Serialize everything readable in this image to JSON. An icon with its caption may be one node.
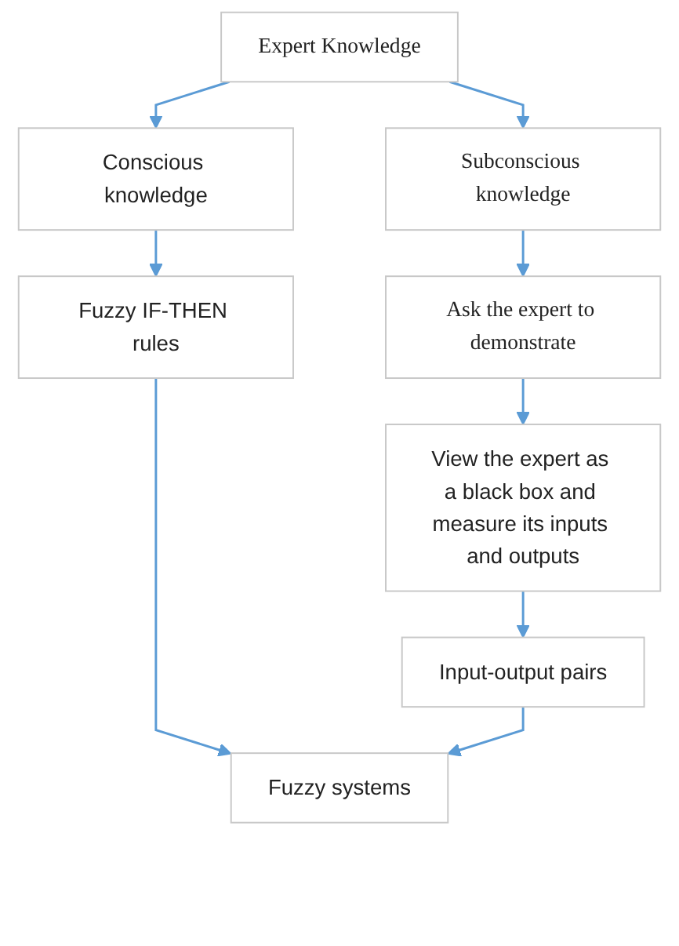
{
  "diagram": {
    "nodes": [
      {
        "text": [
          "Expert Knowledge"
        ]
      },
      {
        "text": [
          "Conscious knowledge"
        ]
      },
      {
        "text": [
          "Subconscious knowledge"
        ]
      },
      {
        "text": [
          "Fuzzy IF-THEN rules"
        ]
      },
      {
        "text": [
          "Ask the expert to demonstrate"
        ]
      },
      {
        "text": [
          "View the expert as a black box and measure its inputs and outputs"
        ]
      },
      {
        "text": [
          "Input-output pairs"
        ]
      },
      {
        "text": [
          "Fuzzy systems"
        ]
      }
    ],
    "edges": [
      {
        "from": 0,
        "to": 1,
        "arrow": "to"
      },
      {
        "from": 0,
        "to": 2,
        "arrow": "to"
      },
      {
        "from": 1,
        "to": 3,
        "arrow": "to"
      },
      {
        "from": 2,
        "to": 4,
        "arrow": "to"
      },
      {
        "from": 4,
        "to": 5,
        "arrow": "to"
      },
      {
        "from": 5,
        "to": 6,
        "arrow": "to"
      },
      {
        "from": 3,
        "to": 7,
        "arrow": "to"
      },
      {
        "from": 6,
        "to": 7,
        "arrow": "to"
      }
    ]
  }
}
